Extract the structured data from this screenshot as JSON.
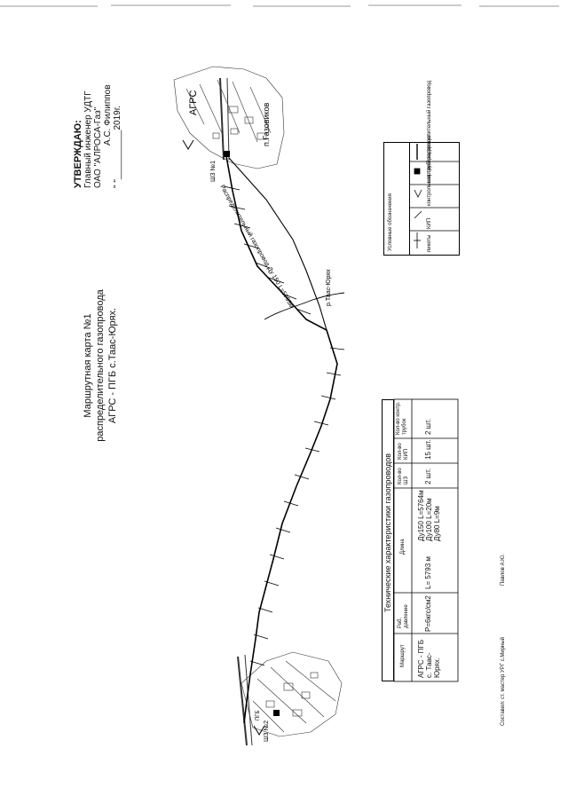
{
  "approval": {
    "heading": "УТВЕРЖДАЮ:",
    "line1": "Главный инженер УДТГ",
    "line2": "ОАО \"АЛРОСА-Газ\"",
    "signatory": "А.С. Филиппов",
    "date": "\"   \"__________2019г."
  },
  "title": {
    "line1": "Маршрутная карта №1",
    "line2": "распределительного газопровода",
    "line3": "АГРС - ПГБ с.Таас-Юрях."
  },
  "map": {
    "labels": {
      "agrs": "АГРС",
      "settlement": "п.Газовиков",
      "river": "р.Таас-Юрях",
      "pipeline": "Распределительный газопровод Ду 150 L=5793м",
      "valve_1": "ШЗ №1",
      "valve_2": "ШЗ №2",
      "pgb": "ПГБ"
    }
  },
  "legend": {
    "header": "Условные обозначения",
    "items": [
      {
        "label": "распределительный газопровод"
      },
      {
        "label": "шаровый задвижка"
      },
      {
        "label": "контрольная трубка"
      },
      {
        "label": "КИП"
      },
      {
        "label": "пикеты"
      }
    ]
  },
  "tech_table": {
    "title": "Технические характеристики газопроводов",
    "headers": [
      "Маршрут",
      "Раб. давление",
      "Длина",
      "Кол-во ШЗ",
      "Кол-во КИП",
      "Кол-во контр. трубок"
    ],
    "row": {
      "route": "АГРС - ПГБ с. Таас-Юрях.",
      "pressure": "Р=6кгс/см2",
      "length": "L= 5793 м",
      "diameters": [
        "Ду150 L=5764м",
        "Ду100 L=20м",
        "Ду80 L=9м"
      ],
      "valves": "2 шт.",
      "kip": "15 шт.",
      "tubes": "2 шт."
    }
  },
  "footer": {
    "compiled": "Составил: ст. мастер УРГ с.Мирный",
    "name": "Павлов А.Ю."
  }
}
